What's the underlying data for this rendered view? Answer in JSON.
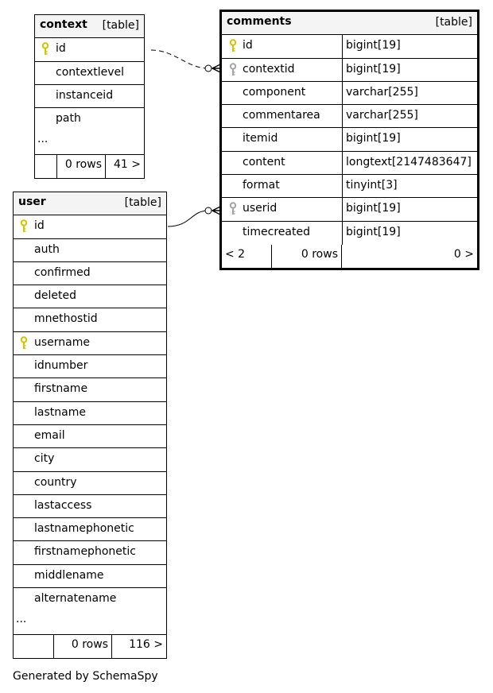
{
  "tables": {
    "context": {
      "name": "context",
      "type": "[table]",
      "columns": [
        {
          "name": "id",
          "key": "primary"
        },
        {
          "name": "contextlevel",
          "key": ""
        },
        {
          "name": "instanceid",
          "key": ""
        },
        {
          "name": "path",
          "key": ""
        }
      ],
      "ellipsis": "...",
      "rows": "0 rows",
      "children": "41 >"
    },
    "comments": {
      "name": "comments",
      "type": "[table]",
      "columns": [
        {
          "name": "id",
          "type": "bigint[19]",
          "key": "primary"
        },
        {
          "name": "contextid",
          "type": "bigint[19]",
          "key": "foreign"
        },
        {
          "name": "component",
          "type": "varchar[255]",
          "key": ""
        },
        {
          "name": "commentarea",
          "type": "varchar[255]",
          "key": ""
        },
        {
          "name": "itemid",
          "type": "bigint[19]",
          "key": ""
        },
        {
          "name": "content",
          "type": "longtext[2147483647]",
          "key": ""
        },
        {
          "name": "format",
          "type": "tinyint[3]",
          "key": ""
        },
        {
          "name": "userid",
          "type": "bigint[19]",
          "key": "foreign"
        },
        {
          "name": "timecreated",
          "type": "bigint[19]",
          "key": ""
        }
      ],
      "parents": "< 2",
      "rows": "0 rows",
      "children": "0 >"
    },
    "user": {
      "name": "user",
      "type": "[table]",
      "columns": [
        {
          "name": "id",
          "key": "primary"
        },
        {
          "name": "auth",
          "key": ""
        },
        {
          "name": "confirmed",
          "key": ""
        },
        {
          "name": "deleted",
          "key": ""
        },
        {
          "name": "mnethostid",
          "key": ""
        },
        {
          "name": "username",
          "key": "primary"
        },
        {
          "name": "idnumber",
          "key": ""
        },
        {
          "name": "firstname",
          "key": ""
        },
        {
          "name": "lastname",
          "key": ""
        },
        {
          "name": "email",
          "key": ""
        },
        {
          "name": "city",
          "key": ""
        },
        {
          "name": "country",
          "key": ""
        },
        {
          "name": "lastaccess",
          "key": ""
        },
        {
          "name": "lastnamephonetic",
          "key": ""
        },
        {
          "name": "firstnamephonetic",
          "key": ""
        },
        {
          "name": "middlename",
          "key": ""
        },
        {
          "name": "alternatename",
          "key": ""
        }
      ],
      "ellipsis": "...",
      "rows": "0 rows",
      "children": "116 >"
    }
  },
  "colors": {
    "primary_key": "#d4c400",
    "foreign_key": "#a6a6a6",
    "header_bg": "#f4f4f4"
  },
  "footer": "Generated by SchemaSpy"
}
